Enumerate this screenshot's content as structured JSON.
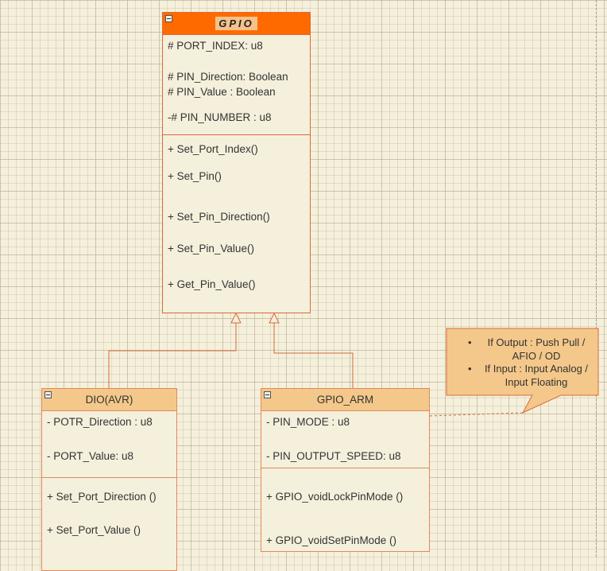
{
  "classes": {
    "gpio": {
      "title": "GPIO",
      "attributes": [
        "# PORT_INDEX: u8",
        "# PIN_Direction:  Boolean",
        "# PIN_Value : Boolean",
        "-# PIN_NUMBER : u8"
      ],
      "methods": [
        "+ Set_Port_Index()",
        "+ Set_Pin()",
        "+ Set_Pin_Direction()",
        "+ Set_Pin_Value()",
        "+ Get_Pin_Value()"
      ]
    },
    "dio": {
      "title": "DIO(AVR)",
      "attributes": [
        "- POTR_Direction : u8",
        "- PORT_Value:  u8"
      ],
      "methods": [
        "+ Set_Port_Direction ()",
        "+ Set_Port_Value ()"
      ]
    },
    "arm": {
      "title": "GPIO_ARM",
      "attributes": [
        "- PIN_MODE : u8",
        "- PIN_OUTPUT_SPEED:  u8"
      ],
      "methods": [
        "+ GPIO_voidLockPinMode ()",
        "+ GPIO_voidSetPinMode ()"
      ]
    }
  },
  "note": {
    "items": [
      "If Output : Push Pull / AFIO / OD",
      "If Input : Input Analog / Input Floating"
    ]
  },
  "colors": {
    "header_main": "#ff6a00",
    "header_sub": "#f4c88a",
    "border": "#d86a3a",
    "note_fill": "#f4c88a",
    "canvas": "#f5f0dc"
  }
}
